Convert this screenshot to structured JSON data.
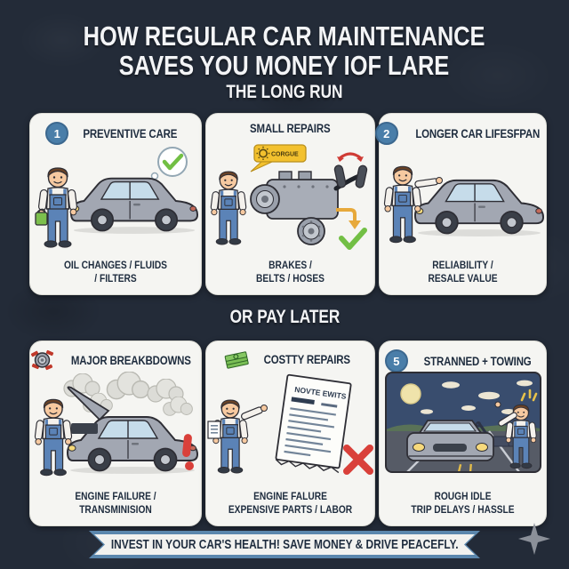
{
  "poster": {
    "title_line1": "HOW REGULAR CAR MAINTENANCE",
    "title_line2": "SAVES YOU MONEY IOF LARE",
    "top_section_header": "THE LONG RUN",
    "bottom_section_header": "OR PAY LATER",
    "footer_banner_text": "INVEST IN YOUR CAR'S HEALTH! SAVE MONEY & DRIVE PEACEFLY."
  },
  "colors": {
    "background": "#232b38",
    "panel_background": "#f5f5f2",
    "badge_blue": "#4a7ea9",
    "heading_text": "#f3f4f6",
    "panel_text": "#1e2c3e",
    "check_green": "#72bf44",
    "alert_red": "#d9403a",
    "ribbon_blue": "#5b87ad",
    "speech_bubble_yellow": "#f3c12e"
  },
  "panels": [
    {
      "badge": "1",
      "title": "PREVENTIVE CARE",
      "caption_line1": "OIL CHANGES / FLUIDS",
      "caption_line2": "/ FILTERS"
    },
    {
      "badge": "",
      "title": "SMALL REPAIRS",
      "caption_line1": "BRAKES /",
      "caption_line2": "BELTS / HOSES",
      "speech_bubble_text": "CORGUE"
    },
    {
      "badge": "2",
      "title": "LONGER CAR LIFESFPAN",
      "caption_line1": "RELIABILITY /",
      "caption_line2": "RESALE VALUE"
    },
    {
      "badge": "",
      "title": "MAJOR BREAKBDOWNS",
      "caption_line1": "ENGINE FAILURE /",
      "caption_line2": "TRANSMINISION"
    },
    {
      "badge": "",
      "title": "COSTTY REPAIRS",
      "caption_line1": "ENGINE FALURE",
      "caption_line2": "EXPENSIVE PARTS / LABOR",
      "invoice_title": "NOVTE EWITS"
    },
    {
      "badge": "5",
      "title": "STRANNED + TOWING",
      "caption_line1": "ROUGH IDLE",
      "caption_line2": "TRIP DELAYS / HASSLE"
    }
  ]
}
